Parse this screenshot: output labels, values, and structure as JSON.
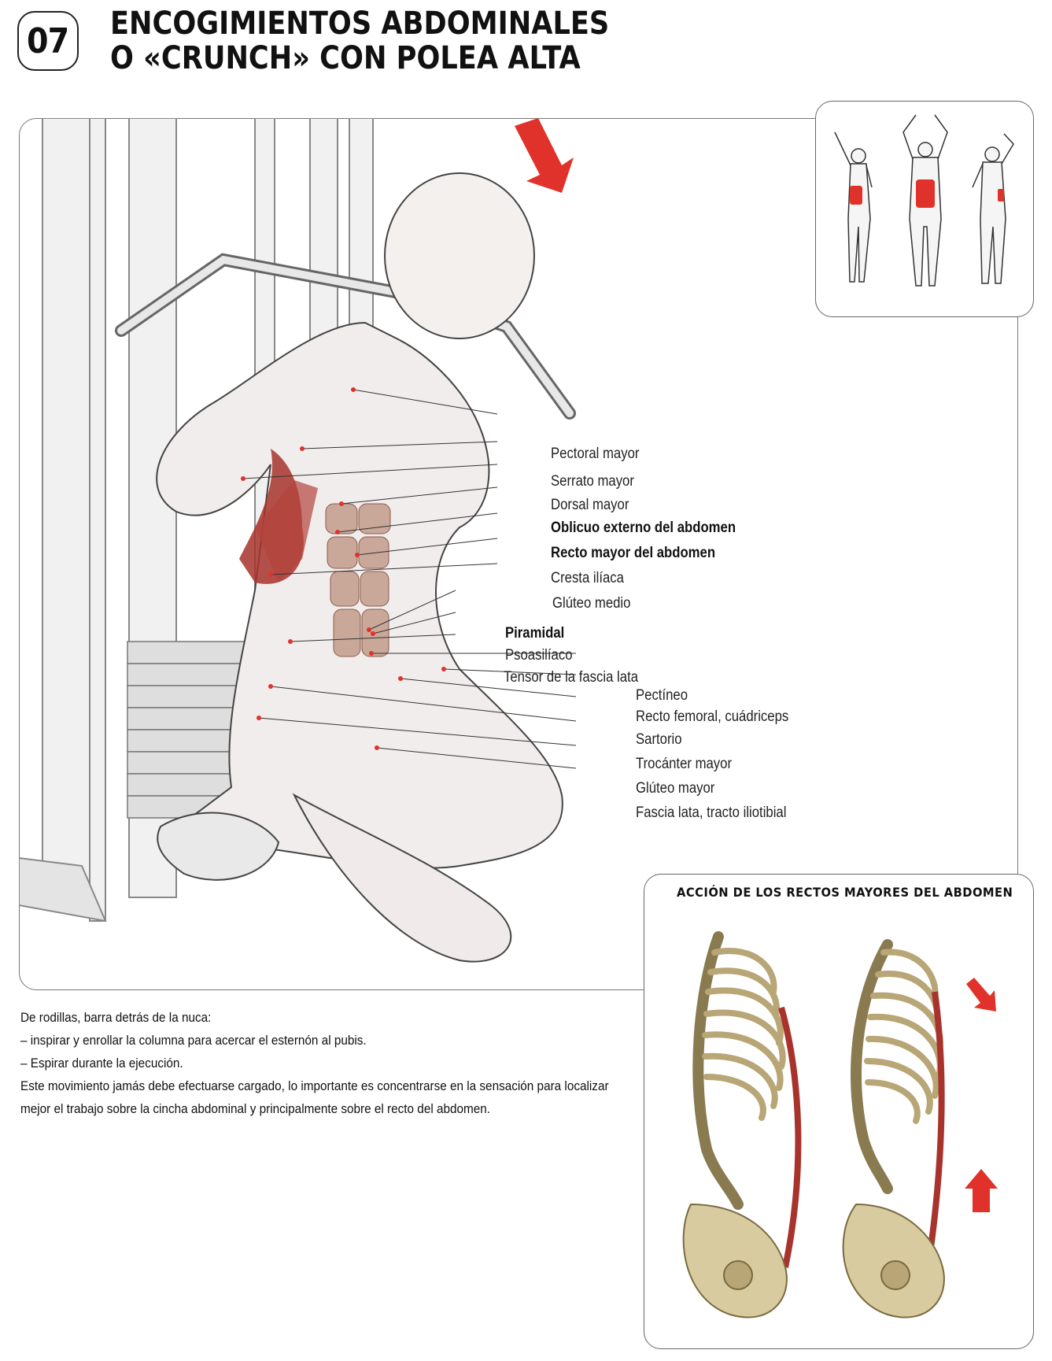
{
  "header": {
    "number": "07",
    "title_line1": "ENCOGIMIENTOS ABDOMINALES",
    "title_line2": "O «CRUNCH»  CON POLEA ALTA"
  },
  "muscle_labels": [
    {
      "text": "Pectoral mayor",
      "bold": false
    },
    {
      "text": "Serrato mayor",
      "bold": false
    },
    {
      "text": "Dorsal mayor",
      "bold": false
    },
    {
      "text": "Oblicuo externo del abdomen",
      "bold": true
    },
    {
      "text": "Recto mayor del abdomen",
      "bold": true
    },
    {
      "text": "Cresta ilíaca",
      "bold": false
    },
    {
      "text": "Glúteo medio",
      "bold": false
    },
    {
      "text": "Piramidal",
      "bold": true
    },
    {
      "text": "Psoasilíaco",
      "bold": false
    },
    {
      "text": "Tensor de la fascia lata",
      "bold": false
    },
    {
      "text": "Pectíneo",
      "bold": false
    },
    {
      "text": "Recto femoral, cuádriceps",
      "bold": false
    },
    {
      "text": "Sartorio",
      "bold": false
    },
    {
      "text": "Trocánter mayor",
      "bold": false
    },
    {
      "text": "Glúteo mayor",
      "bold": false
    },
    {
      "text": "Fascia lata, tracto iliotibial",
      "bold": false
    }
  ],
  "inset_bottom": {
    "title": "ACCIÓN DE LOS RECTOS MAYORES DEL ABDOMEN"
  },
  "description": {
    "line1": "De rodillas, barra detrás de la nuca:",
    "line2": "– inspirar y enrollar la columna para acercar el esternón al pubis.",
    "line3": "– Espirar durante la ejecución.",
    "line4": "Este movimiento jamás debe efectuarse cargado, lo importante es concentrarse en la sensación para localizar",
    "line5": "mejor el trabajo sobre la cincha abdominal y principalmente sobre el recto del abdomen."
  },
  "colors": {
    "accent_red": "#e0322a",
    "muscle_red": "#a8332c",
    "bone": "#d9cba0",
    "line": "#222222"
  },
  "icons": {
    "arrow_main": "red-arrow-down-right-icon",
    "arrow_up": "red-arrow-up-icon",
    "arrow_down": "red-arrow-down-icon"
  }
}
